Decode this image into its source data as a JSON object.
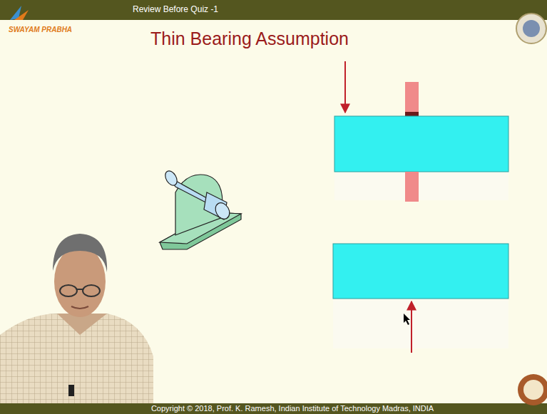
{
  "diagram": {
    "title": "Thin Bearing Assumption",
    "labels": [
      "Review Before Quiz -1",
      "SWAYAM PRABHA",
      "Copyright © 2018, Prof. K. Ramesh, Indian Institute of Technology Madras, INDIA"
    ]
  }
}
